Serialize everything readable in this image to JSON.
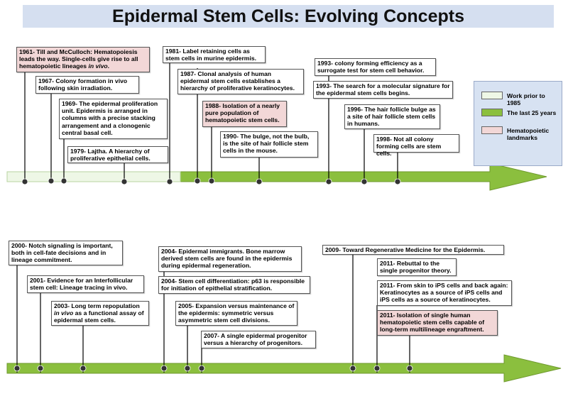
{
  "title": "Epidermal Stem Cells: Evolving Concepts",
  "colors": {
    "prior": "#eef7e6",
    "recent": "#8bbf3e",
    "hematopoietic": "#f2d7d7",
    "legend_bg": "#d7e2f2",
    "title_bg": "#d5dff0"
  },
  "legend": {
    "items": [
      {
        "label": "Work prior to 1985"
      },
      {
        "label": "The last 25 years"
      },
      {
        "label": "Hematopoietic landmarks"
      }
    ]
  },
  "timeline_top": {
    "events": [
      {
        "text": "1961- Till and McCulloch: Hematopoiesis leads the way. Single-cells give rise to all hematopoietic lineages <i>in vivo</i>.",
        "kind": "hematopoietic"
      },
      {
        "text": "1967- Colony formation in vivo following skin irradiation.",
        "kind": "prior"
      },
      {
        "text": "1969- The epidermal proliferation unit. Epidermis is arranged in columns with a precise stacking arrangement and a clonogenic central basal cell.",
        "kind": "prior"
      },
      {
        "text": "1979- Lajtha. A hierarchy of proliferative epithelial cells.",
        "kind": "prior"
      },
      {
        "text": "1981- Label retaining cells as stem cells in murine epidermis.",
        "kind": "prior"
      },
      {
        "text": "1987- Clonal analysis of human epidermal stem cells establishes a hierarchy of proliferative keratinocytes.",
        "kind": "recent"
      },
      {
        "text": "1988- Isolation of a nearly pure population of hematopoietic stem cells.",
        "kind": "hematopoietic"
      },
      {
        "text": "1990- The bulge, not the bulb, is the site of hair follicle stem cells in the mouse.",
        "kind": "recent"
      },
      {
        "text": "1993- colony forming efficiency as a surrogate test for stem cell behavior.",
        "kind": "recent"
      },
      {
        "text": "1993- The search for a molecular signature for the epidermal stem cells begins.",
        "kind": "recent"
      },
      {
        "text": "1996- The hair follicle bulge as a site of hair follicle stem cells in humans.",
        "kind": "recent"
      },
      {
        "text": "1998- Not all colony forming cells are stem cells.",
        "kind": "recent"
      }
    ]
  },
  "timeline_bottom": {
    "events": [
      {
        "text": "2000- Notch signaling is important, both in cell-fate decisions and in lineage commitment.",
        "kind": "recent"
      },
      {
        "text": "2001- Evidence for an Interfollicular stem cell: Lineage tracing in vivo.",
        "kind": "recent"
      },
      {
        "text": "2003- Long term repopulation <i>in vivo</i> as a functional assay of epidermal stem cells.",
        "kind": "recent"
      },
      {
        "text": "2004- Epidermal immigrants. Bone marrow derived stem cells are found in the epidermis during epidermal regeneration.",
        "kind": "recent"
      },
      {
        "text": "2004- Stem cell differentiation: p63 is responsible for initiation of epithelial stratification.",
        "kind": "recent"
      },
      {
        "text": "2005- Expansion versus maintenance of the epidermis: symmetric versus asymmetric stem cell divisions.",
        "kind": "recent"
      },
      {
        "text": "2007- A single epidermal progenitor versus a hierarchy of progenitors.",
        "kind": "recent"
      },
      {
        "text": "2009- Toward Regenerative Medicine for the Epidermis.",
        "kind": "recent"
      },
      {
        "text": "2011- Rebuttal to the single progenitor theory.",
        "kind": "recent"
      },
      {
        "text": "2011- From skin to iPS cells and back again: Keratinocytes as a source of iPS cells and iPS cells as a source of keratinocytes.",
        "kind": "recent"
      },
      {
        "text": "2011- Isolation of single human hematopoietic stem cells capable of long-term multilineage engraftment.",
        "kind": "hematopoietic"
      }
    ]
  }
}
